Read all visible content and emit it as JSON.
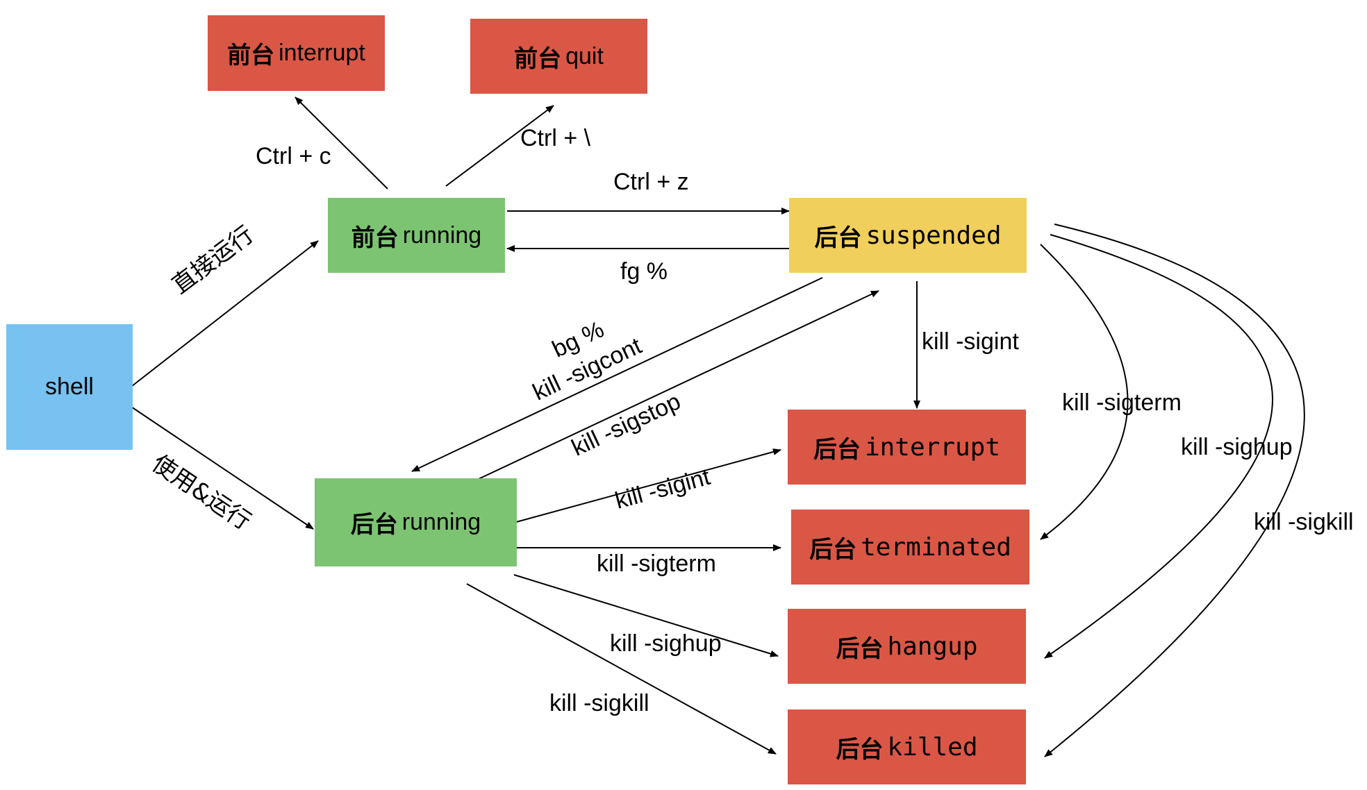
{
  "nodes": {
    "fg_interrupt": {
      "prefix": "前台",
      "label": "interrupt",
      "color": "#da5746"
    },
    "fg_quit": {
      "prefix": "前台",
      "label": "quit",
      "color": "#da5746"
    },
    "fg_running": {
      "prefix": "前台",
      "label": "running",
      "color": "#7cc472"
    },
    "bg_suspended": {
      "prefix": "后台",
      "label": "suspended",
      "color": "#f0cf5c"
    },
    "shell": {
      "label": "shell",
      "color": "#77c2f1"
    },
    "bg_running": {
      "prefix": "后台",
      "label": "running",
      "color": "#7cc472"
    },
    "bg_interrupt": {
      "prefix": "后台",
      "label": "interrupt",
      "color": "#da5746"
    },
    "bg_terminated": {
      "prefix": "后台",
      "label": "terminated",
      "color": "#da5746"
    },
    "bg_hangup": {
      "prefix": "后台",
      "label": "hangup",
      "color": "#da5746"
    },
    "bg_killed": {
      "prefix": "后台",
      "label": "killed",
      "color": "#da5746"
    }
  },
  "edges": {
    "ctrl_c": "Ctrl + c",
    "ctrl_backslash": "Ctrl + \\",
    "ctrl_z": "Ctrl + z",
    "fg": "fg %",
    "run_direct": "直接运行",
    "run_bg": "使用&运行",
    "bg": "bg %",
    "sigcont": "kill -sigcont",
    "sigstop": "kill -sigstop",
    "susp_sigint": "kill -sigint",
    "susp_sigterm": "kill -sigterm",
    "susp_sighup": "kill -sighup",
    "susp_sigkill": "kill -sigkill",
    "run_sigint": "kill -sigint",
    "run_sigterm": "kill -sigterm",
    "run_sighup": "kill -sighup",
    "run_sigkill": "kill -sigkill"
  }
}
